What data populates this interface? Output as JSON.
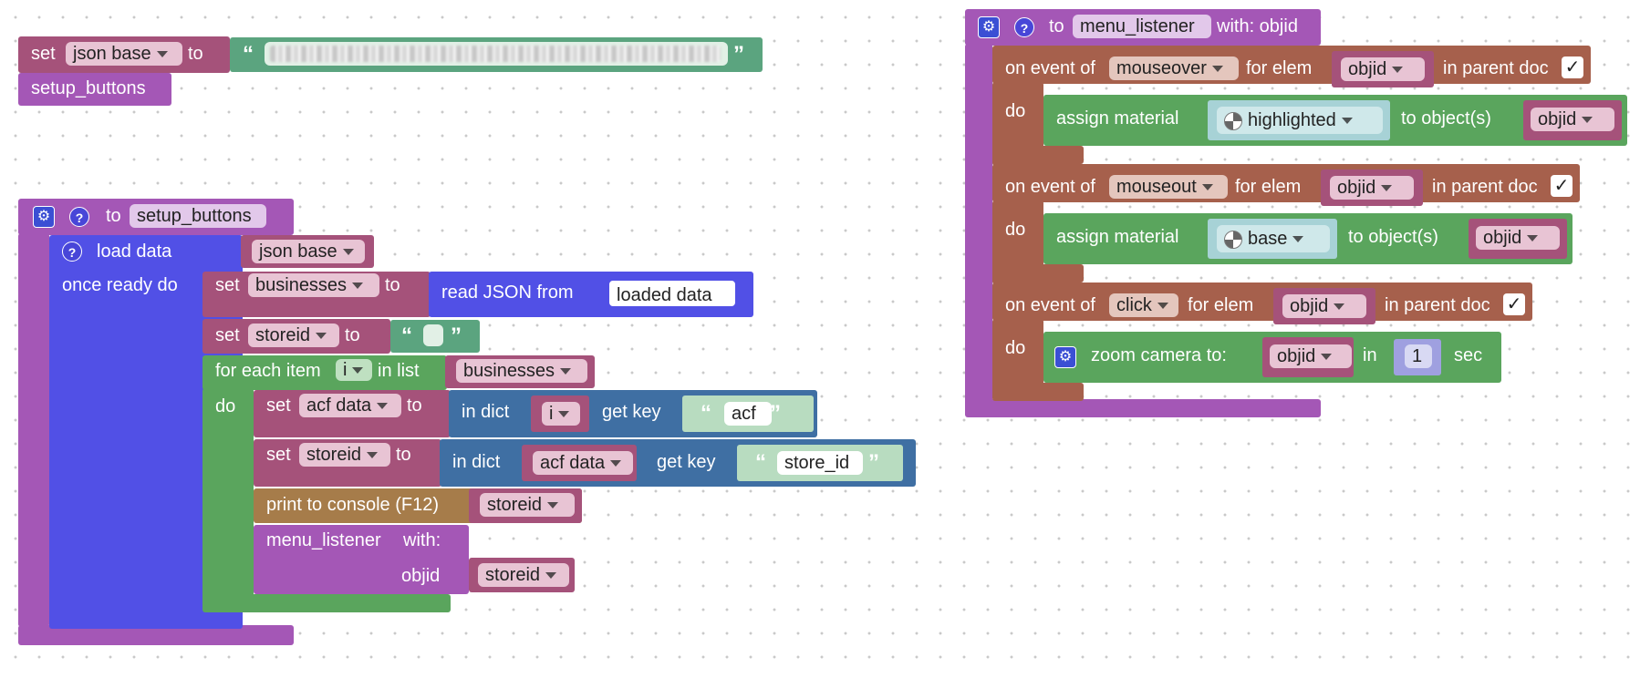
{
  "top_left": {
    "set_label": "set",
    "var": "json base",
    "to_label": "to",
    "call": "setup_buttons"
  },
  "setup": {
    "to_label": "to",
    "proc_name": "setup_buttons",
    "load_data": "load data",
    "load_var": "json base",
    "once_ready": "once ready do",
    "set1": {
      "set": "set",
      "var": "businesses",
      "to": "to",
      "read_json": "read JSON from",
      "arg": "loaded data"
    },
    "set2": {
      "set": "set",
      "var": "storeid",
      "to": "to"
    },
    "foreach": {
      "label": "for each item",
      "var": "i",
      "in_list": "in list",
      "list": "businesses",
      "do": "do"
    },
    "set3": {
      "set": "set",
      "var": "acf data",
      "to": "to",
      "in_dict": "in dict",
      "dict": "i",
      "get_key": "get key",
      "key": "acf"
    },
    "set4": {
      "set": "set",
      "var": "storeid",
      "to": "to",
      "in_dict": "in dict",
      "dict": "acf data",
      "get_key": "get key",
      "key": "store_id"
    },
    "print": {
      "label": "print to console (F12)",
      "var": "storeid"
    },
    "call": {
      "name": "menu_listener",
      "with": "with:",
      "param": "objid",
      "arg": "storeid"
    }
  },
  "listener": {
    "to_label": "to",
    "proc_name": "menu_listener",
    "with": "with: objid",
    "events": [
      {
        "on_event": "on event of",
        "event": "mouseover",
        "for_elem": "for elem",
        "elem": "objid",
        "in_parent": "in parent doc",
        "check": "✓",
        "do": "do",
        "action": "assign material",
        "material": "highlighted",
        "to_objects": "to object(s)",
        "obj": "objid"
      },
      {
        "on_event": "on event of",
        "event": "mouseout",
        "for_elem": "for elem",
        "elem": "objid",
        "in_parent": "in parent doc",
        "check": "✓",
        "do": "do",
        "action": "assign material",
        "material": "base",
        "to_objects": "to object(s)",
        "obj": "objid"
      },
      {
        "on_event": "on event of",
        "event": "click",
        "for_elem": "for elem",
        "elem": "objid",
        "in_parent": "in parent doc",
        "check": "✓",
        "do": "do",
        "action": "zoom camera to:",
        "obj": "objid",
        "in": "in",
        "num": "1",
        "sec": "sec"
      }
    ]
  },
  "icons": {
    "gear": "gear-icon",
    "help": "question-icon",
    "quote_open": "“",
    "quote_close": "”"
  },
  "colors": {
    "procedure": "#a457b6",
    "variables": "#a5527a",
    "loops": "#5aa55d",
    "dicts": "#3f6fa3",
    "events": "#a6604c",
    "text": "#5ba47f",
    "custom": "#5150e6"
  }
}
